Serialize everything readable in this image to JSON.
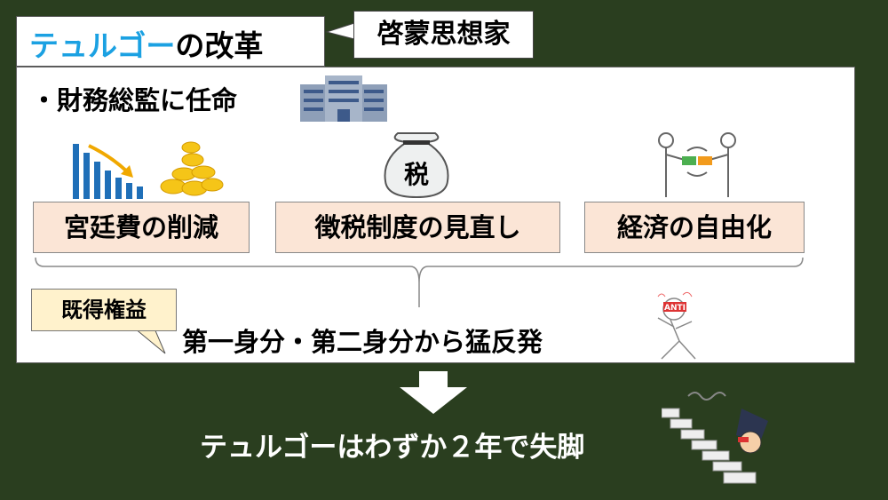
{
  "title": {
    "accent": "テュルゴー",
    "rest": "の改革"
  },
  "callout": "啓蒙思想家",
  "appointment": "・財務総監に任命",
  "policies": [
    {
      "label": "宮廷費の削減"
    },
    {
      "label": "徴税制度の見直し"
    },
    {
      "label": "経済の自由化"
    }
  ],
  "tax_bag_label": "税",
  "vested_interests": "既得権益",
  "backlash": "第一身分・第二身分から猛反発",
  "anti_label": "ANTI",
  "result": "テュルゴーはわずか２年で失脚",
  "colors": {
    "background": "#2a3e1f",
    "accent": "#1ba1e2",
    "policy_box": "#fbe5d6",
    "note_box": "#fff2cc"
  }
}
